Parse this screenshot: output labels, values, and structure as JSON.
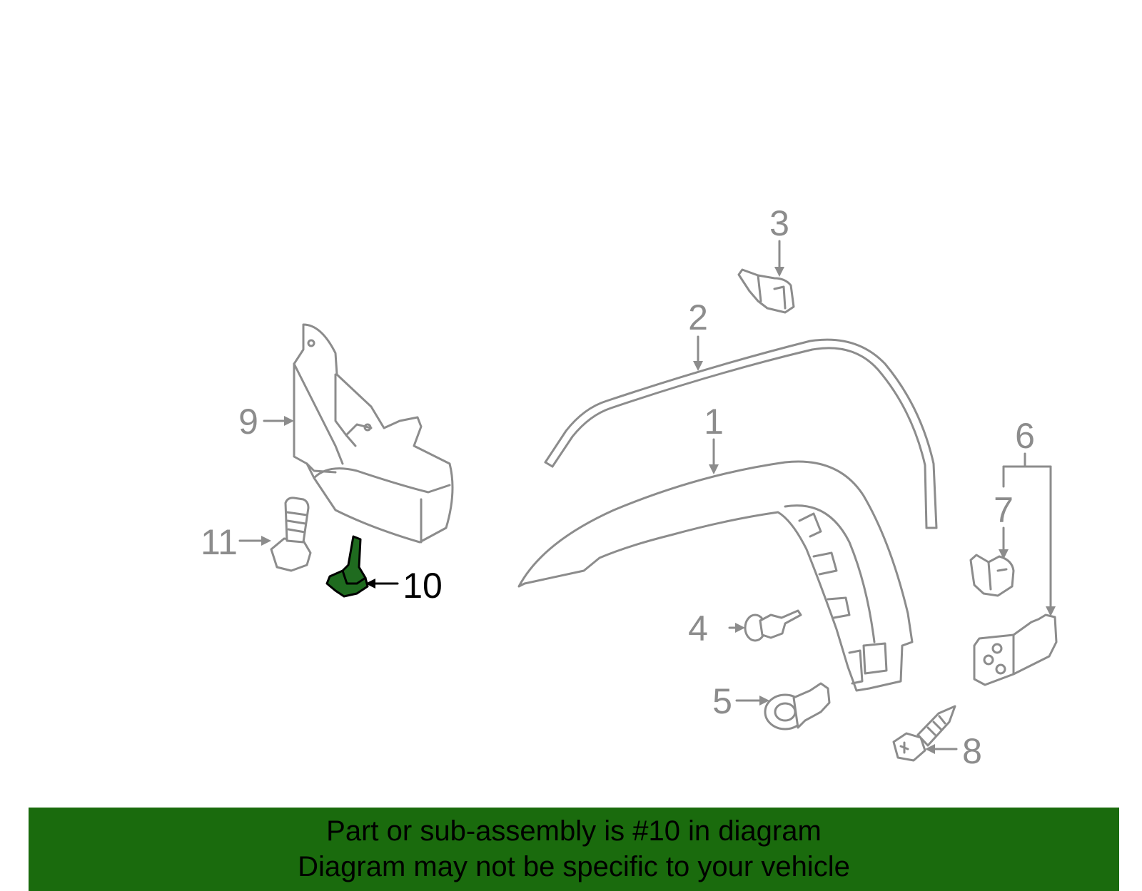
{
  "callouts": {
    "c1": "1",
    "c2": "2",
    "c3": "3",
    "c4": "4",
    "c5": "5",
    "c6": "6",
    "c7": "7",
    "c8": "8",
    "c9": "9",
    "c10": "10",
    "c11": "11"
  },
  "highlighted_part": "10",
  "colors": {
    "highlight_fill": "#1f6b1f",
    "line_gray": "#8c8c8c",
    "banner_bg": "#1a6b0d"
  },
  "banner": {
    "line1": "Part or sub-assembly is #10 in diagram",
    "line2": "Diagram may not be specific to your vehicle"
  }
}
